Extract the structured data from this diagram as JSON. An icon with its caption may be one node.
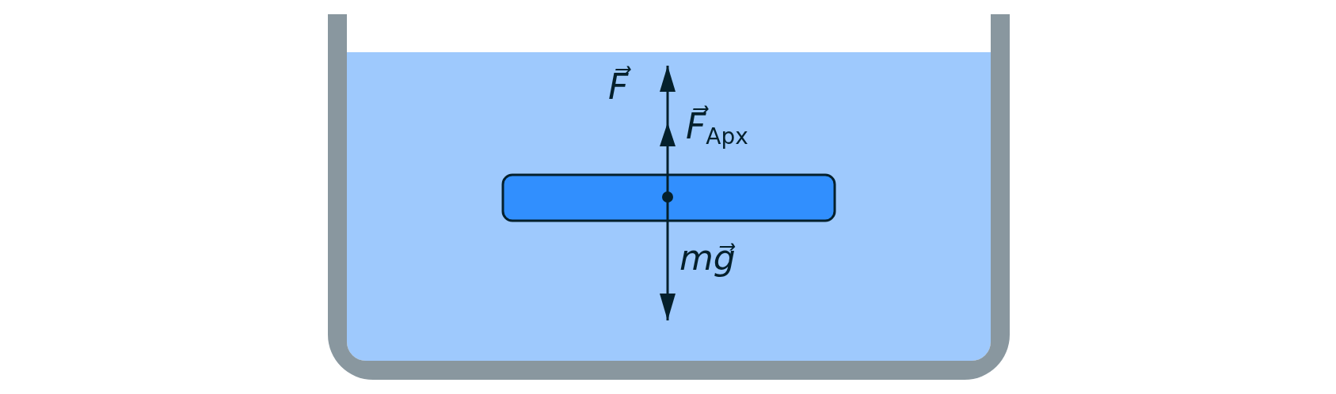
{
  "diagram": {
    "labels": [
      "F⃗",
      "*F⃗*$_{Арх}$",
      "mg⃗"
    ]
  }
}
